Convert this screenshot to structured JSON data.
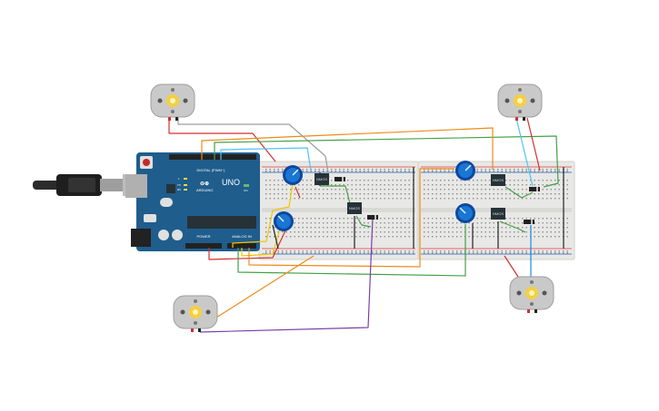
{
  "board": {
    "brand_logo_text": "ARDUINO",
    "model_text": "UNO",
    "digital_header_label": "DIGITAL (PWM~)",
    "power_header_label": "POWER",
    "analog_header_label": "ANALOG IN",
    "on_led_label": "ON",
    "tx_label": "TX",
    "rx_label": "RX",
    "l_label": "L"
  },
  "components": {
    "motor_driver_label": "NMOS",
    "motor_count": 4,
    "potentiometer_count": 4
  },
  "colors": {
    "board_blue": "#1f5d8c",
    "breadboard": "#e8e8e6",
    "wire_red": "#d32f2f",
    "wire_green": "#43a047",
    "wire_orange": "#ef8a17",
    "wire_blue": "#4fc3f7",
    "wire_purple": "#7b3fa6",
    "wire_gray": "#9e9e9e",
    "wire_yellow": "#f2c500",
    "wire_black": "#222222",
    "motor_body": "#c9c9c9",
    "motor_shaft": "#f4d03f",
    "pot_body": "#1565c0"
  }
}
